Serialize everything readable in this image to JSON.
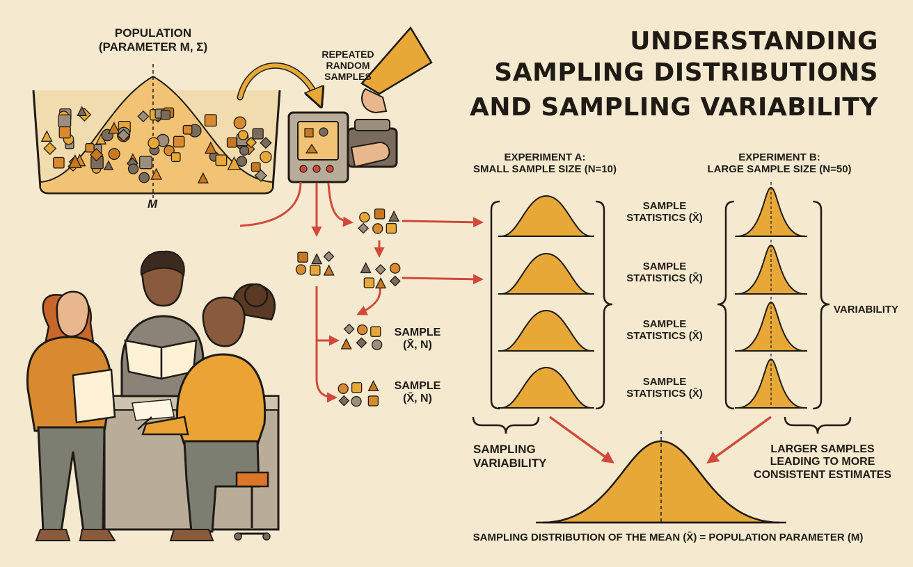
{
  "title": {
    "line1": "UNDERSTANDING",
    "line2": "SAMPLING DISTRIBUTIONS",
    "line3": "AND SAMPLING VARIABILITY"
  },
  "population": {
    "line1": "POPULATION",
    "line2": "(PARAMETER μ, σ)",
    "mu_label": "μ"
  },
  "repeated_samples": {
    "line1": "REPEATED",
    "line2": "RANDOM",
    "line3": "SAMPLES"
  },
  "experiment_a": {
    "line1": "EXPERIMENT A:",
    "line2": "SMALL SAMPLE SIZE (n=10)"
  },
  "experiment_b": {
    "line1": "EXPERIMENT B:",
    "line2": "LARGE SAMPLE SIZE (n=50)"
  },
  "sample_statistics": [
    {
      "line1": "SAMPLE",
      "line2": "STATISTICS (x̄)"
    },
    {
      "line1": "SAMPLE",
      "line2": "STATISTICS (x̄)"
    },
    {
      "line1": "SAMPLE",
      "line2": "STATISTICS (x̄)"
    },
    {
      "line1": "SAMPLE",
      "line2": "STATISTICS (x̄)"
    }
  ],
  "samples": [
    {
      "line1": "SAMPLE",
      "line2": "(x̄, n)"
    },
    {
      "line1": "SAMPLE",
      "line2": "(x̄, n)"
    }
  ],
  "variability": "VARIABILITY",
  "sampling_variability": {
    "line1": "SAMPLING",
    "line2": "VARIABILITY"
  },
  "larger_samples": {
    "line1": "LARGER SAMPLES",
    "line2": "LEADING TO MORE",
    "line3": "CONSISTENT ESTIMATES"
  },
  "bottom_caption": "SAMPLING DISTRIBUTION OF THE MEAN (x̄) = POPULATION PARAMETER (μ)",
  "colors": {
    "background": "#f5ead0",
    "curve_fill": "#e8a838",
    "arrow": "#d1493a",
    "ink": "#1f1a14"
  }
}
